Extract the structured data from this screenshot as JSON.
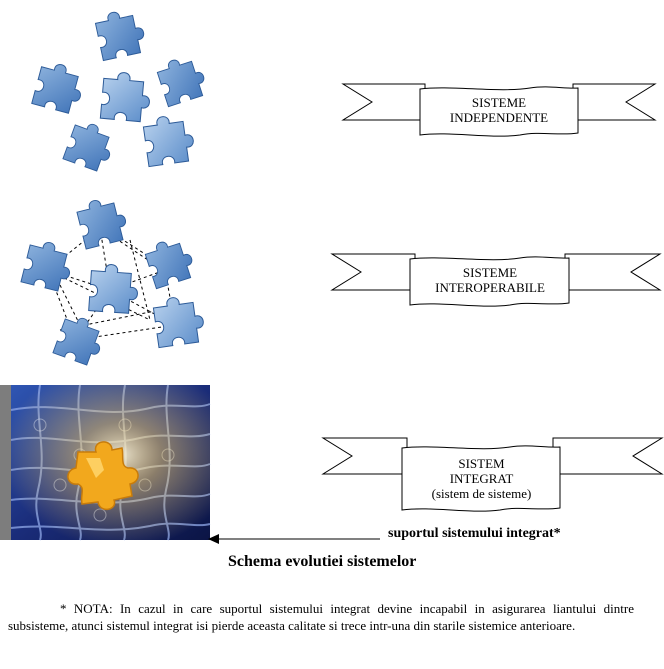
{
  "banners": [
    {
      "lines": [
        "SISTEME",
        "INDEPENDENTE"
      ]
    },
    {
      "lines": [
        "SISTEME",
        "INTEROPERABILE"
      ]
    },
    {
      "lines": [
        "SISTEM",
        "INTEGRAT",
        "(sistem de sisteme)"
      ]
    }
  ],
  "arrow_label": "suportul sistemului integrat*",
  "title": "Schema evolutiei sistemelor",
  "note": "* NOTA: In cazul in care suportul sistemului integrat devine incapabil in asigurarea liantului dintre subsisteme, atunci sistemul integrat isi pierde aceasta calitate si trece intr-una din starile sistemice anterioare.",
  "colors": {
    "piece_blue": "#4a7fc1",
    "piece_light": "#8fb4de",
    "integrated_bg": "#1c2f7a",
    "highlight": "#f2a81d"
  }
}
